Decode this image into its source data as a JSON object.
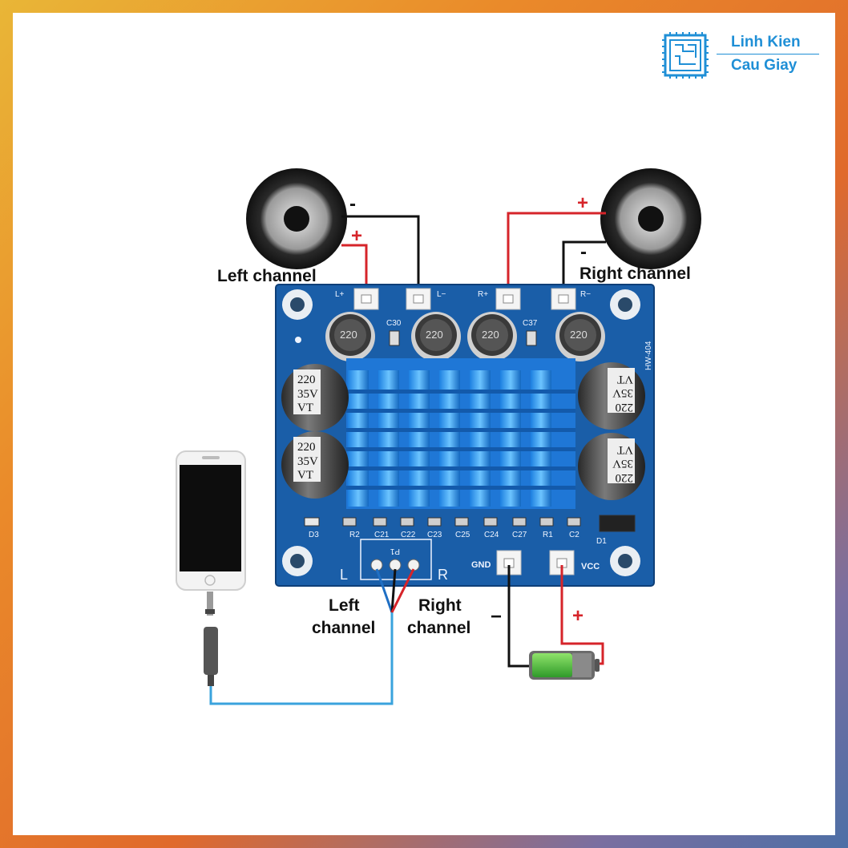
{
  "brand": {
    "line1": "Linh Kien",
    "line2": "Cau Giay",
    "color": "#1f8fd6"
  },
  "labels": {
    "left_speaker": "Left channel",
    "right_speaker": "Right channel",
    "input_left_1": "Left",
    "input_left_2": "channel",
    "input_right_1": "Right",
    "input_right_2": "channel",
    "plus": "+",
    "minus": "-",
    "minus_power": "−"
  },
  "board": {
    "model": "HW-404",
    "terminals": {
      "l_plus": "L+",
      "l_minus": "L−",
      "r_plus": "R+",
      "r_minus": "R−",
      "gnd": "GND",
      "vcc": "VCC"
    },
    "input_marks": {
      "left": "L",
      "right": "R",
      "header": "P1"
    },
    "inductor_value": "220",
    "capacitor": {
      "value": "220",
      "voltage": "35V",
      "series": "VT"
    },
    "silkscreen": [
      "C30",
      "C37",
      "D3",
      "R2",
      "C21",
      "C22",
      "C23",
      "C25",
      "C24",
      "C27",
      "R1",
      "C2",
      "D1"
    ],
    "color": "#1a5ea8"
  },
  "wire_colors": {
    "red": "#d6242a",
    "black": "#111111",
    "blue": "#1f6fc4",
    "cable": "#3aa3dd"
  }
}
